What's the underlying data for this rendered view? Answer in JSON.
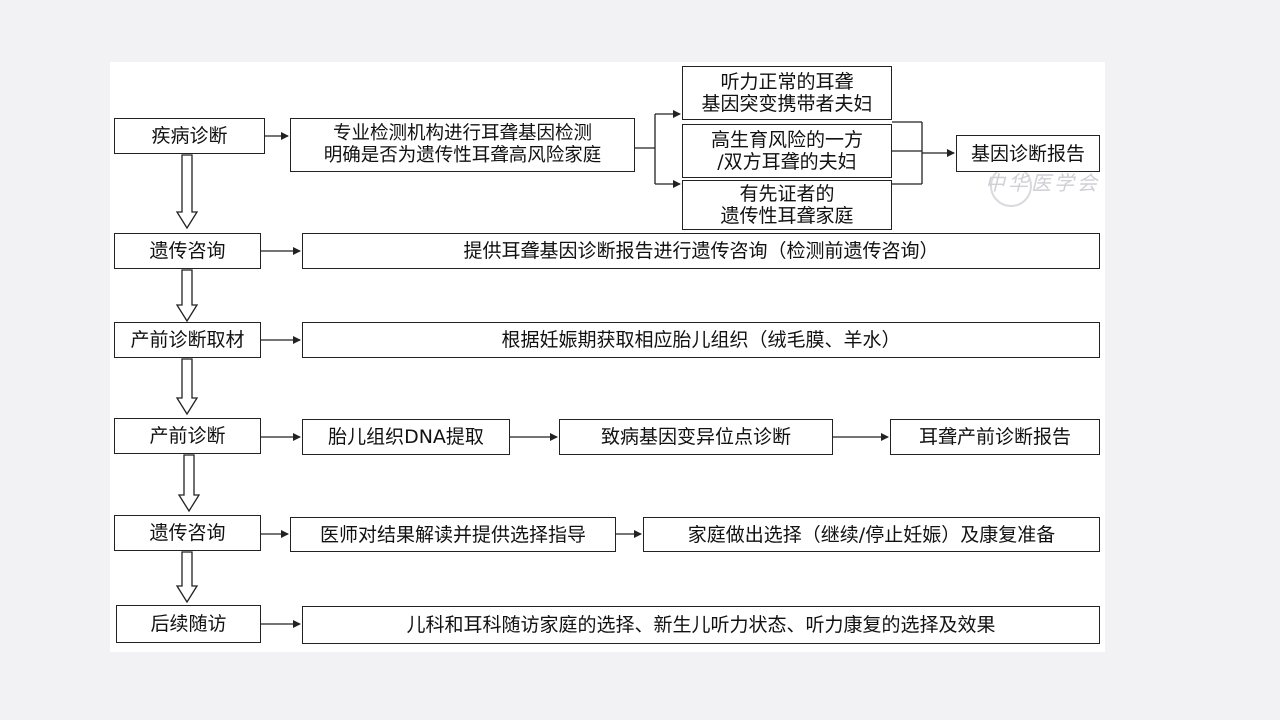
{
  "stages": {
    "s1": "疾病诊断",
    "s2": "遗传咨询",
    "s3": "产前诊断取材",
    "s4": "产前诊断",
    "s5": "遗传咨询",
    "s6": "后续随访"
  },
  "row1": {
    "main_line1": "专业检测机构进行耳聋基因检测",
    "main_line2": "明确是否为遗传性耳聋高风险家庭",
    "case_a_line1": "听力正常的耳聋",
    "case_a_line2": "基因突变携带者夫妇",
    "case_b_line1": "高生育风险的一方",
    "case_b_line2": "/双方耳聋的夫妇",
    "case_c_line1": "有先证者的",
    "case_c_line2": "遗传性耳聋家庭",
    "report": "基因诊断报告"
  },
  "row2": {
    "text": "提供耳聋基因诊断报告进行遗传咨询（检测前遗传咨询）"
  },
  "row3": {
    "text": "根据妊娠期获取相应胎儿组织（绒毛膜、羊水）"
  },
  "row4": {
    "step1": "胎儿组织DNA提取",
    "step2": "致病基因变异位点诊断",
    "step3": "耳聋产前诊断报告"
  },
  "row5": {
    "step1": "医师对结果解读并提供选择指导",
    "step2": "家庭做出选择（继续/停止妊娠）及康复准备"
  },
  "row6": {
    "text": "儿科和耳科随访家庭的选择、新生儿听力状态、听力康复的选择及效果"
  },
  "watermark": {
    "text": "中华医学会"
  },
  "colors": {
    "line": "#222222",
    "box_bg": "#ffffff",
    "page_bg": "#f2f2f4"
  }
}
